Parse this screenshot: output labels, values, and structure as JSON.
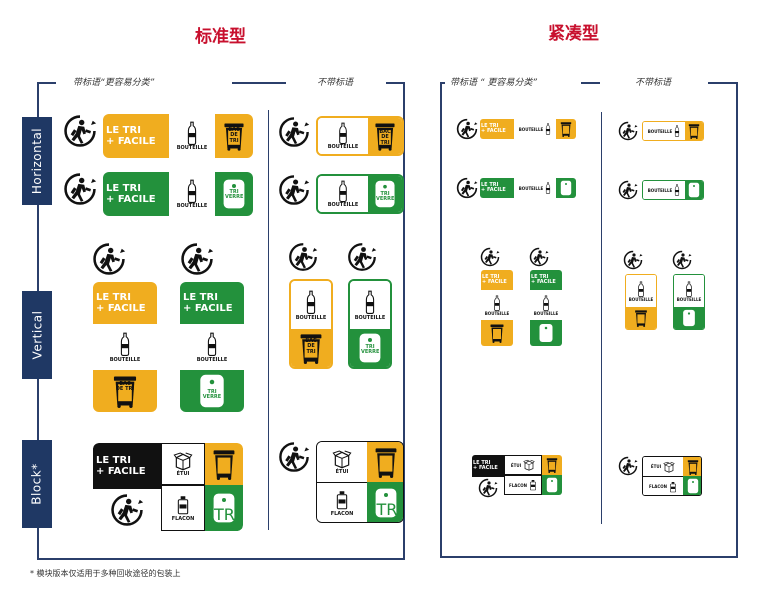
{
  "headings": {
    "standard": "标准型",
    "compact": "紧凑型"
  },
  "subheadings": {
    "with_slogan_std": "带标语“更容易分类”",
    "no_slogan_std": "不带标语",
    "with_slogan_cmp": "带标语 “ 更容易分类”",
    "no_slogan_cmp": "不带标语"
  },
  "rows": {
    "horizontal": "Horizontal",
    "vertical": "Vertical",
    "block": "Block*"
  },
  "logo_text": {
    "le_tri": "LE TRI",
    "facile": "FACILE",
    "plus": "+",
    "bouteille": "BOUTEILLE",
    "bac_de_tri": "BAC DE TRI",
    "tri_verre": "TRI VERRE",
    "etui": "ÉTUI",
    "flacon": "FLACON"
  },
  "footnote": "* 模块版本仅适用于多种回收途径的包装上",
  "colors": {
    "heading_red": "#c8102e",
    "frame_navy": "#2b3f6b",
    "tab_navy": "#1f3864",
    "yellow": "#f0ad1f",
    "green": "#23913c",
    "black": "#111111"
  },
  "icons": [
    "triman-icon",
    "bottle-icon",
    "bin-icon",
    "glass-bin-icon",
    "box-icon",
    "flacon-icon"
  ]
}
